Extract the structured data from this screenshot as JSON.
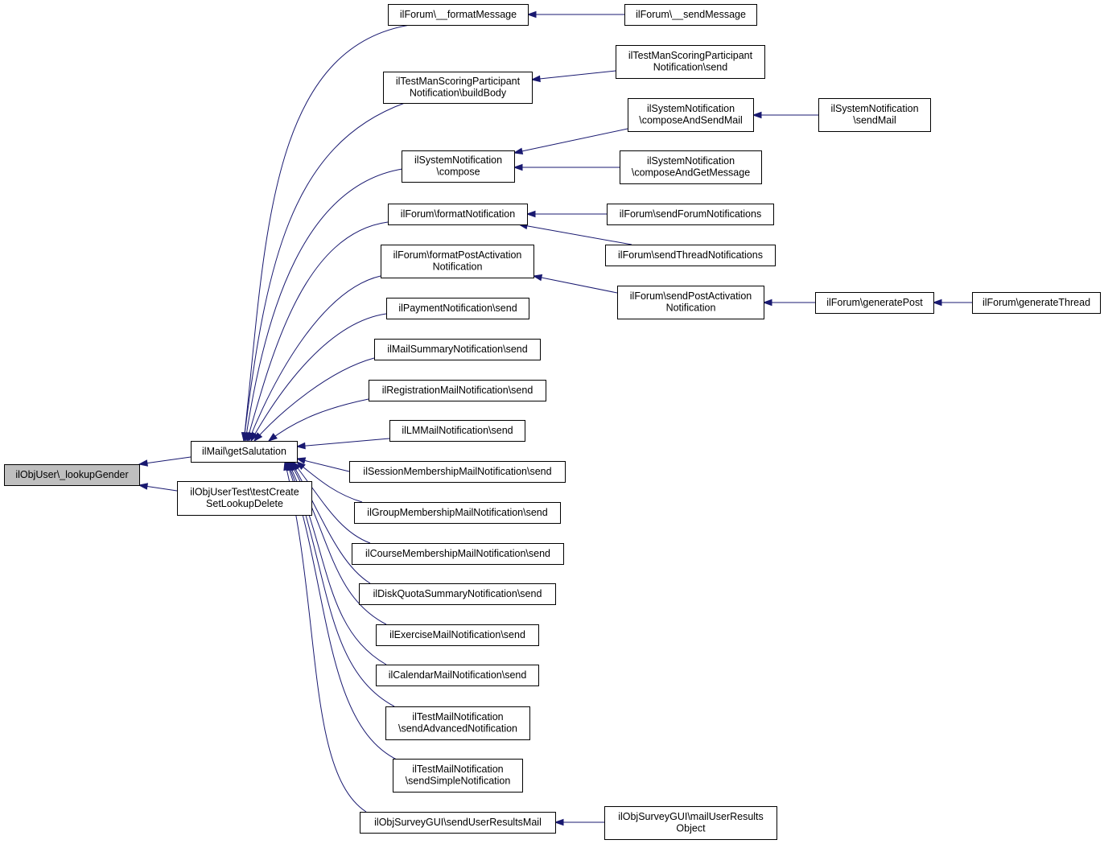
{
  "diagram": {
    "type": "call-graph",
    "colors": {
      "edge": "#191970",
      "node_border": "#000000",
      "node_fill": "#ffffff",
      "root_fill": "#bfbfbf",
      "background": "#ffffff"
    },
    "nodes": [
      {
        "id": "lookupGender",
        "root": true,
        "lines": [
          "ilObjUser\\_lookupGender"
        ]
      },
      {
        "id": "getSalutation",
        "lines": [
          "ilMail\\getSalutation"
        ]
      },
      {
        "id": "testCreate",
        "lines": [
          "ilObjUserTest\\testCreate",
          "SetLookupDelete"
        ]
      },
      {
        "id": "formatMessage",
        "lines": [
          "ilForum\\__formatMessage"
        ]
      },
      {
        "id": "sendMessage",
        "lines": [
          "ilForum\\__sendMessage"
        ]
      },
      {
        "id": "tmsBuildBody",
        "lines": [
          "ilTestManScoringParticipant",
          "Notification\\buildBody"
        ]
      },
      {
        "id": "tmsSend",
        "lines": [
          "ilTestManScoringParticipant",
          "Notification\\send"
        ]
      },
      {
        "id": "sysCompose",
        "lines": [
          "ilSystemNotification",
          "\\compose"
        ]
      },
      {
        "id": "sysComposeAndSend",
        "lines": [
          "ilSystemNotification",
          "\\composeAndSendMail"
        ]
      },
      {
        "id": "sysSendMail",
        "lines": [
          "ilSystemNotification",
          "\\sendMail"
        ]
      },
      {
        "id": "sysComposeAndGet",
        "lines": [
          "ilSystemNotification",
          "\\composeAndGetMessage"
        ]
      },
      {
        "id": "formatNotification",
        "lines": [
          "ilForum\\formatNotification"
        ]
      },
      {
        "id": "sendForumNotifications",
        "lines": [
          "ilForum\\sendForumNotifications"
        ]
      },
      {
        "id": "sendThreadNotifications",
        "lines": [
          "ilForum\\sendThreadNotifications"
        ]
      },
      {
        "id": "formatPostActivation",
        "lines": [
          "ilForum\\formatPostActivation",
          "Notification"
        ]
      },
      {
        "id": "sendPostActivation",
        "lines": [
          "ilForum\\sendPostActivation",
          "Notification"
        ]
      },
      {
        "id": "generatePost",
        "lines": [
          "ilForum\\generatePost"
        ]
      },
      {
        "id": "generateThread",
        "lines": [
          "ilForum\\generateThread"
        ]
      },
      {
        "id": "payment",
        "lines": [
          "ilPaymentNotification\\send"
        ]
      },
      {
        "id": "mailSummary",
        "lines": [
          "ilMailSummaryNotification\\send"
        ]
      },
      {
        "id": "registration",
        "lines": [
          "ilRegistrationMailNotification\\send"
        ]
      },
      {
        "id": "lm",
        "lines": [
          "ilLMMailNotification\\send"
        ]
      },
      {
        "id": "session",
        "lines": [
          "ilSessionMembershipMailNotification\\send"
        ]
      },
      {
        "id": "group",
        "lines": [
          "ilGroupMembershipMailNotification\\send"
        ]
      },
      {
        "id": "course",
        "lines": [
          "ilCourseMembershipMailNotification\\send"
        ]
      },
      {
        "id": "diskQuota",
        "lines": [
          "ilDiskQuotaSummaryNotification\\send"
        ]
      },
      {
        "id": "exercise",
        "lines": [
          "ilExerciseMailNotification\\send"
        ]
      },
      {
        "id": "calendar",
        "lines": [
          "ilCalendarMailNotification\\send"
        ]
      },
      {
        "id": "testAdvanced",
        "lines": [
          "ilTestMailNotification",
          "\\sendAdvancedNotification"
        ]
      },
      {
        "id": "testSimple",
        "lines": [
          "ilTestMailNotification",
          "\\sendSimpleNotification"
        ]
      },
      {
        "id": "surveySend",
        "lines": [
          "ilObjSurveyGUI\\sendUserResultsMail"
        ]
      },
      {
        "id": "surveyMailUser",
        "lines": [
          "ilObjSurveyGUI\\mailUserResults",
          "Object"
        ]
      }
    ],
    "edges": [
      {
        "from": "getSalutation",
        "to": "lookupGender"
      },
      {
        "from": "testCreate",
        "to": "lookupGender"
      },
      {
        "from": "formatMessage",
        "to": "getSalutation"
      },
      {
        "from": "sendMessage",
        "to": "formatMessage"
      },
      {
        "from": "tmsBuildBody",
        "to": "getSalutation"
      },
      {
        "from": "tmsSend",
        "to": "tmsBuildBody"
      },
      {
        "from": "sysCompose",
        "to": "getSalutation"
      },
      {
        "from": "sysComposeAndSend",
        "to": "sysCompose"
      },
      {
        "from": "sysSendMail",
        "to": "sysComposeAndSend"
      },
      {
        "from": "sysComposeAndGet",
        "to": "sysCompose"
      },
      {
        "from": "formatNotification",
        "to": "getSalutation"
      },
      {
        "from": "sendForumNotifications",
        "to": "formatNotification"
      },
      {
        "from": "sendThreadNotifications",
        "to": "formatNotification"
      },
      {
        "from": "formatPostActivation",
        "to": "getSalutation"
      },
      {
        "from": "sendPostActivation",
        "to": "formatPostActivation"
      },
      {
        "from": "generatePost",
        "to": "sendPostActivation"
      },
      {
        "from": "generateThread",
        "to": "generatePost"
      },
      {
        "from": "payment",
        "to": "getSalutation"
      },
      {
        "from": "mailSummary",
        "to": "getSalutation"
      },
      {
        "from": "registration",
        "to": "getSalutation"
      },
      {
        "from": "lm",
        "to": "getSalutation"
      },
      {
        "from": "session",
        "to": "getSalutation"
      },
      {
        "from": "group",
        "to": "getSalutation"
      },
      {
        "from": "course",
        "to": "getSalutation"
      },
      {
        "from": "diskQuota",
        "to": "getSalutation"
      },
      {
        "from": "exercise",
        "to": "getSalutation"
      },
      {
        "from": "calendar",
        "to": "getSalutation"
      },
      {
        "from": "testAdvanced",
        "to": "getSalutation"
      },
      {
        "from": "testSimple",
        "to": "getSalutation"
      },
      {
        "from": "surveySend",
        "to": "getSalutation"
      },
      {
        "from": "surveyMailUser",
        "to": "surveySend"
      }
    ]
  }
}
